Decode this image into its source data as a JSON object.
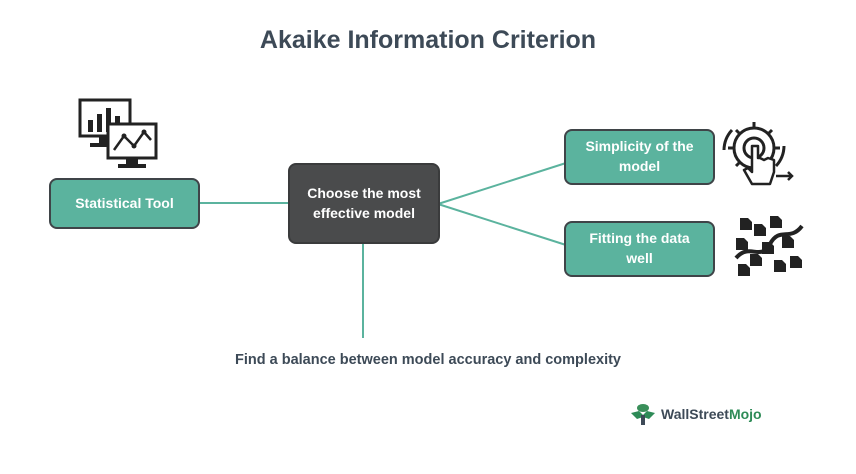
{
  "title": "Akaike Information Criterion",
  "center_node": {
    "label": "Choose the most effective model"
  },
  "left_node": {
    "label": "Statistical Tool"
  },
  "right_nodes": [
    {
      "label": "Simplicity of the model"
    },
    {
      "label": "Fitting the data well"
    }
  ],
  "bottom_note": "Find a balance between model accuracy and complexity",
  "brand": {
    "part1": "Wall",
    "part2": "Street",
    "part3": "Mojo"
  },
  "colors": {
    "teal": "#5bb39e",
    "dark": "#4a4b4c",
    "title": "#3d4a57",
    "brand_green": "#2e8b57"
  },
  "icons": [
    "computer-chart-icon",
    "gear-touch-icon",
    "scattered-data-icon",
    "brand-logo-icon"
  ]
}
